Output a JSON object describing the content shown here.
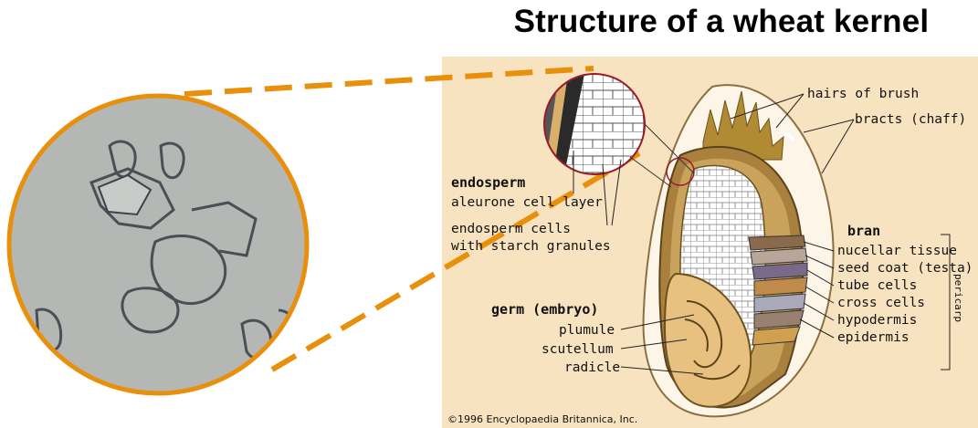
{
  "title": "Structure of a wheat kernel",
  "labels": {
    "hairs_of_brush": "hairs of brush",
    "bracts": "bracts (chaff)",
    "endosperm": "endosperm",
    "aleurone": "aleurone cell layer",
    "endosperm_cells_1": "endosperm cells",
    "endosperm_cells_2": "with starch granules",
    "bran": "bran",
    "nucellar": "nucellar tissue",
    "seed_coat": "seed coat (testa)",
    "tube_cells": "tube cells",
    "cross_cells": "cross cells",
    "hypodermis": "hypodermis",
    "epidermis": "epidermis",
    "pericarp": "pericarp",
    "germ": "germ (embryo)",
    "plumule": "plumule",
    "scutellum": "scutellum",
    "radicle": "radicle"
  },
  "credit": "©1996 Encyclopaedia Britannica, Inc.",
  "colors": {
    "accent_orange": "#e8900c",
    "panel_bg": "#f7e3bf",
    "micro_bg": "#b4b7b4"
  }
}
